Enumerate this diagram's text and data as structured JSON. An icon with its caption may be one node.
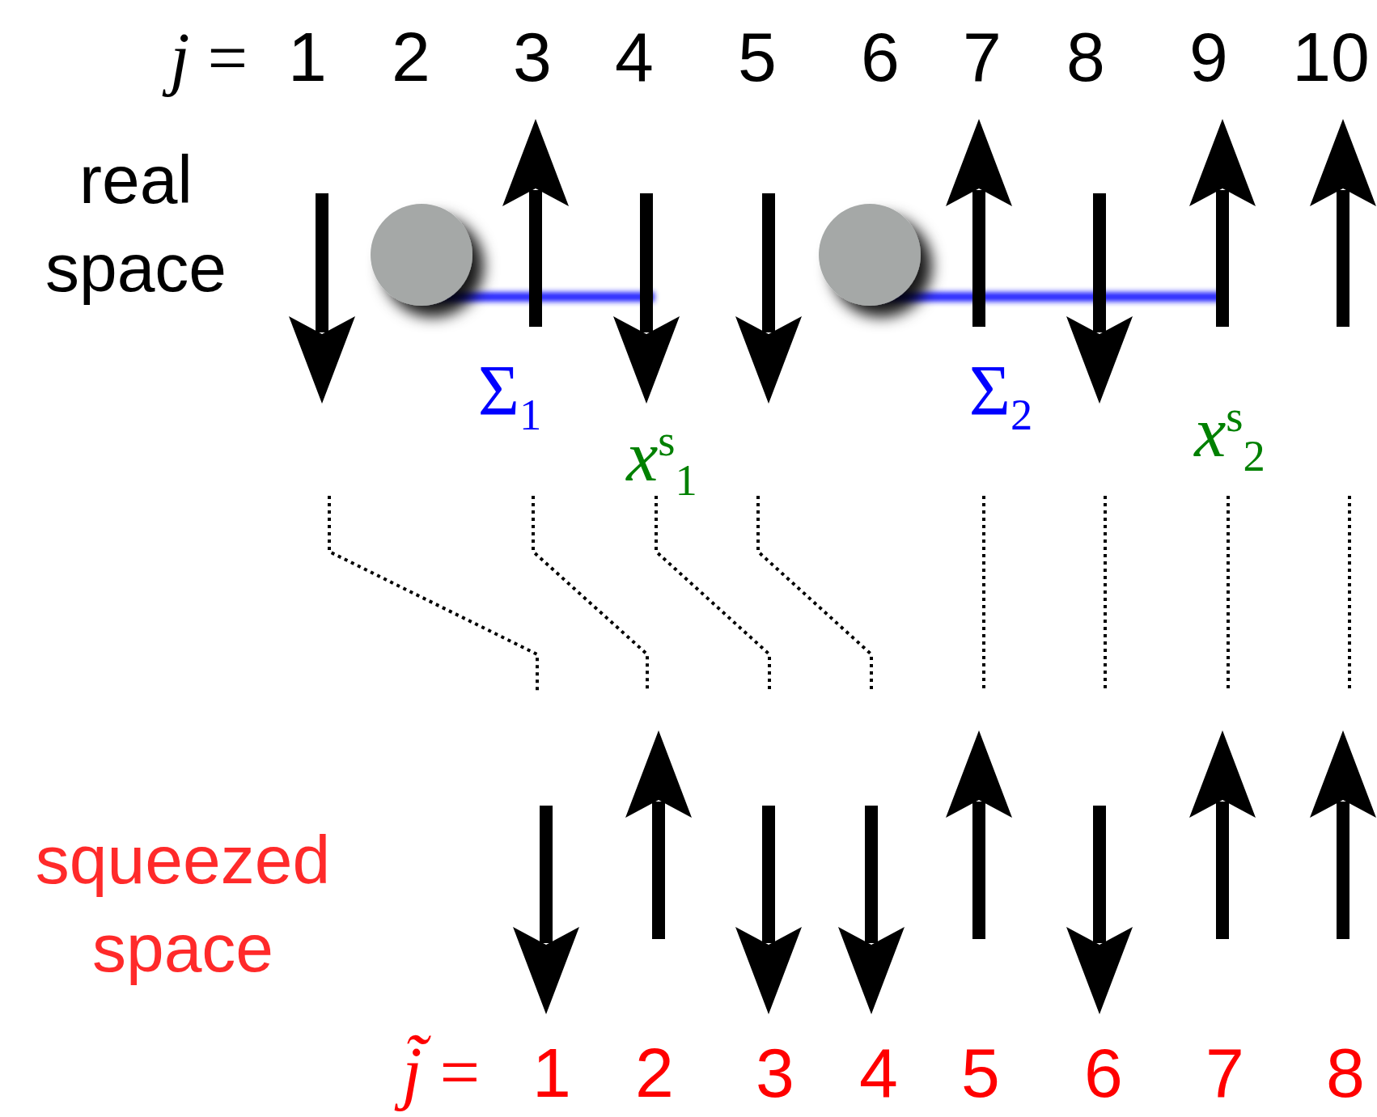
{
  "diagram": {
    "nodes": [
      {
        "text": [],
        "shape": "circle"
      },
      {
        "text": [],
        "shape": "circle"
      }
    ],
    "labels": [
      "*j* =",
      "1",
      "2",
      "3",
      "4",
      "5",
      "6",
      "7",
      "8",
      "9",
      "10",
      "real space",
      "Σ$_{1}$",
      "Σ$_{2}$",
      "*x*$^{s}$$_{1}$",
      "*x*$^{s}$$_{2}$",
      "squeezed space",
      "*j̃* =",
      "1",
      "2",
      "3",
      "4",
      "5",
      "6",
      "7",
      "8"
    ]
  }
}
